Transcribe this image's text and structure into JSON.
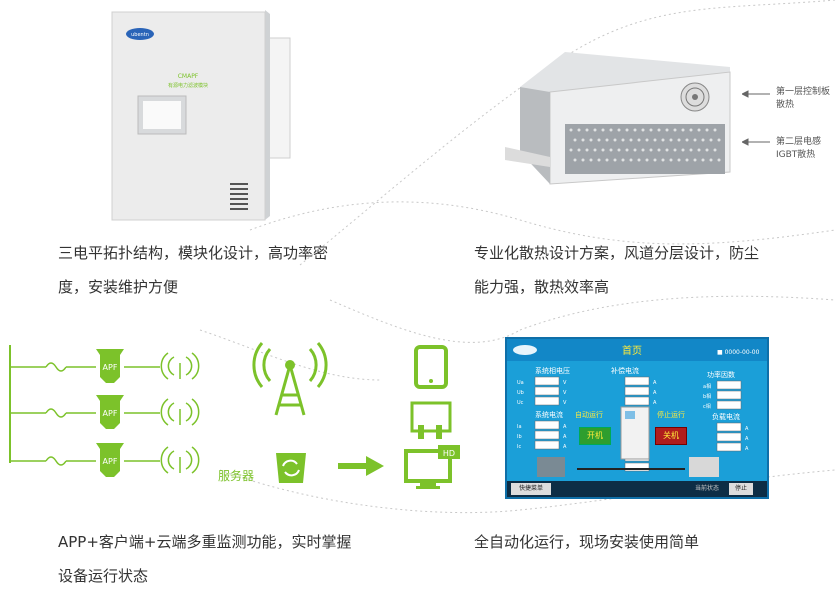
{
  "features": [
    {
      "text_line1": "三电平拓扑结构，模块化设计，高功率密",
      "text_line2": "度，安装维护方便"
    },
    {
      "text_line1": "专业化散热设计方案，风道分层设计，防尘",
      "text_line2": "能力强，散热效率高"
    },
    {
      "text_line1": "APP+客户端+云端多重监测功能，实时掌握",
      "text_line2": "设备运行状态"
    },
    {
      "text_line1": "全自动化运行，现场安装使用简单",
      "text_line2": ""
    }
  ],
  "cabinet": {
    "brand": "ubentn",
    "model": "CMAPF",
    "subtitle": "有源电力滤波模块"
  },
  "cooling_labels": [
    {
      "line1": "第一层控制板",
      "line2": "散热"
    },
    {
      "line1": "第二层电感",
      "line2": "IGBT散热"
    }
  ],
  "network": {
    "apf_label": "APF",
    "server_label": "服务器",
    "hd_label": "HD"
  },
  "hmi": {
    "title": "首页",
    "sys_voltage": "系统相电压",
    "comp_current": "补偿电流",
    "power_factor": "功率因数",
    "sys_current": "系统电流",
    "auto_run": "自动运行",
    "stop_run": "停止运行",
    "load_current": "负载电流",
    "on_btn": "开机",
    "off_btn": "关机",
    "quick_menu": "快捷菜单",
    "status": "当前状态",
    "stop": "停止",
    "unit_v": "V",
    "unit_a": "A",
    "ua": "Ua",
    "ub": "Ub",
    "uc": "Uc",
    "ia": "Ia",
    "ib": "Ib",
    "ic": "Ic",
    "pa": "a相",
    "pb": "b相",
    "pc": "c相",
    "zero": "0"
  }
}
